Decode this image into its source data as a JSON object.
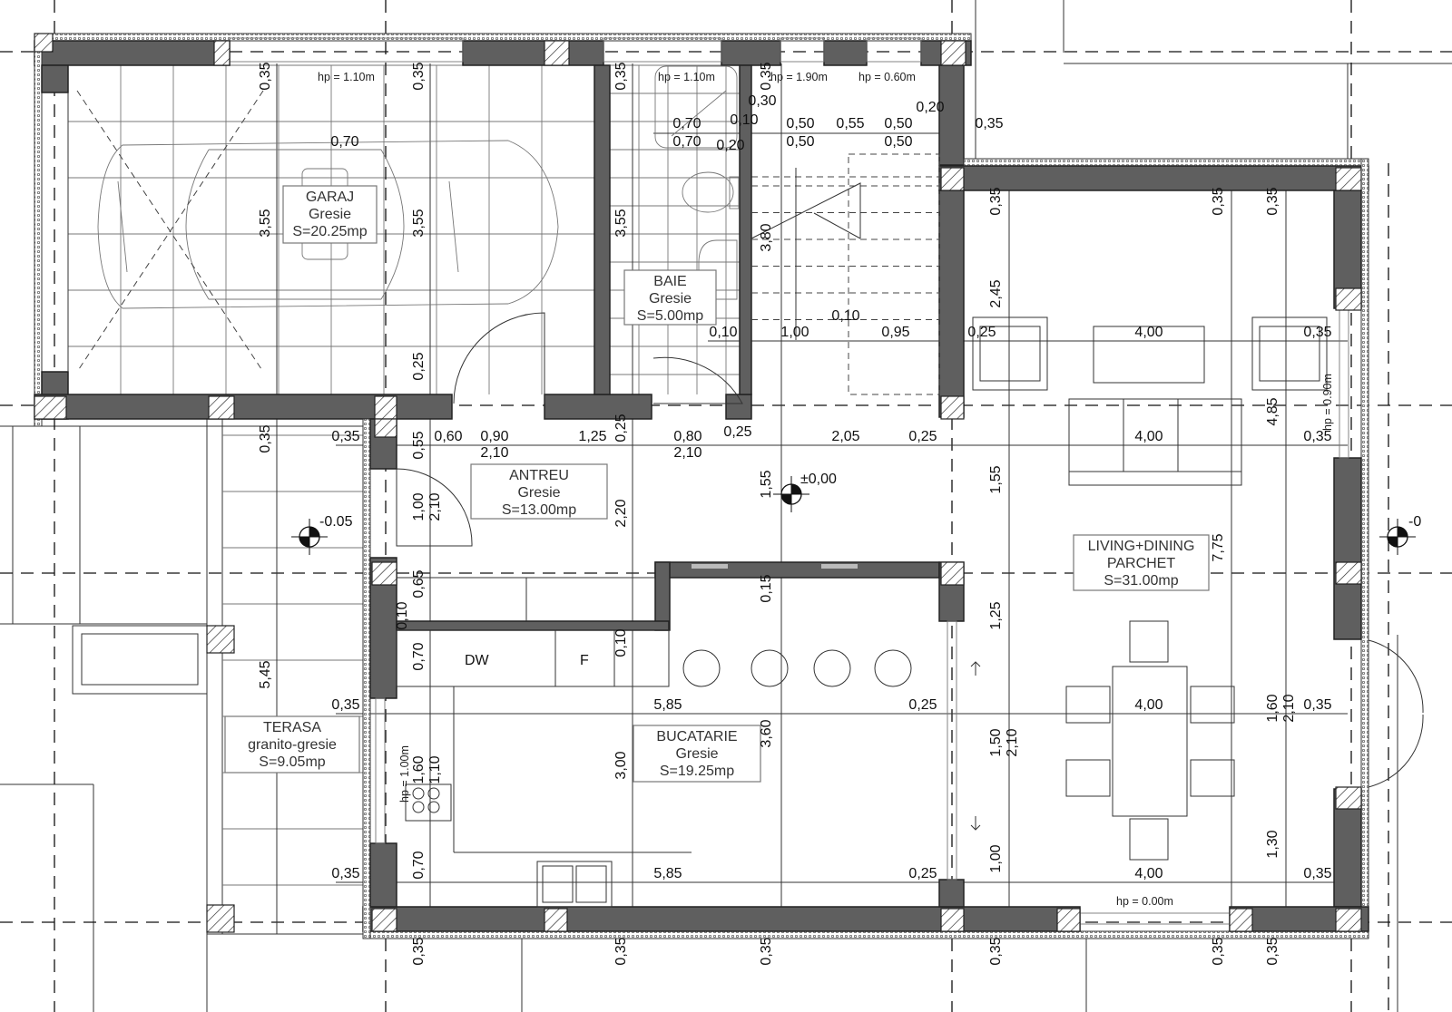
{
  "drawing": {
    "type": "floor-plan",
    "wall_color": "#5f5f5f",
    "line_color": "#111111"
  },
  "rooms": [
    {
      "name": "GARAJ",
      "finish": "Gresie",
      "area": "S=20.25mp"
    },
    {
      "name": "BAIE",
      "finish": "Gresie",
      "area": "S=5.00mp"
    },
    {
      "name": "ANTREU",
      "finish": "Gresie",
      "area": "S=13.00mp"
    },
    {
      "name": "LIVING+DINING",
      "finish": "PARCHET",
      "area": "S=31.00mp"
    },
    {
      "name": "TERASA",
      "finish": "granito-gresie",
      "area": "S=9.05mp"
    },
    {
      "name": "BUCATARIE",
      "finish": "Gresie",
      "area": "S=19.25mp"
    }
  ],
  "appliances": {
    "dishwasher": "DW",
    "fridge": "F"
  },
  "sill_heights": [
    "hp = 1.10m",
    "hp = 1.10m",
    "hp = 1.90m",
    "hp = 0.60m",
    "hp = 0.00m",
    "hp = 0.90m",
    "hp = 1.00m"
  ],
  "elevations": [
    "-0.05",
    "±0,00",
    "-0"
  ],
  "dimensions_horizontal": [
    "0,70",
    "0,30",
    "0,20",
    "0,35",
    "0,70",
    "0,10",
    "0,50",
    "0,55",
    "0,50",
    "0,70",
    "0,20",
    "0,50",
    "0,50",
    "0,10",
    "1,00",
    "0,10",
    "0,95",
    "0,25",
    "4,00",
    "0,35",
    "0,35",
    "0,60",
    "0,90",
    "2,10",
    "1,25",
    "0,80",
    "2,10",
    "0,25",
    "2,05",
    "0,25",
    "4,00",
    "0,35",
    "0,35",
    "5,85",
    "0,25",
    "4,00",
    "0,35",
    "0,35",
    "5,85",
    "0,25",
    "4,00",
    "0,35"
  ],
  "dimensions_vertical": [
    "0,35",
    "3,55",
    "0,35",
    "3,55",
    "0,25",
    "0,35",
    "3,55",
    "0,35",
    "3,80",
    "0,35",
    "2,45",
    "1,55",
    "1,25",
    "1,50",
    "2,10",
    "1,00",
    "0,35",
    "0,35",
    "0,35",
    "4,85",
    "7,75",
    "1,60",
    "2,10",
    "1,30",
    "0,35",
    "0,35",
    "0,35",
    "5,45",
    "0,55",
    "1,00",
    "2,10",
    "2,20",
    "0,25",
    "1,55",
    "0,15",
    "0,65",
    "0,10",
    "0,70",
    "0,10",
    "3,60",
    "3,00",
    "1,60",
    "1,10",
    "0,70",
    "0,35",
    "0,35",
    "0,35"
  ]
}
